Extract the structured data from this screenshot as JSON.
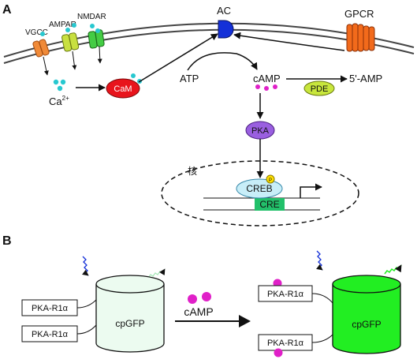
{
  "panel_a": {
    "letter": "A",
    "channels": {
      "vgcc": "VGCC",
      "ampar": "AMPAR",
      "nmdar": "NMDAR"
    },
    "ca": {
      "base": "Ca",
      "sup": "2+"
    },
    "cam": "CaM",
    "ac": "AC",
    "gpcr": "GPCR",
    "atp": "ATP",
    "camp": "cAMP",
    "pde": "PDE",
    "amp5": "5'-AMP",
    "pka": "PKA",
    "nucleus": "核",
    "creb": "CREB",
    "phospho": "P",
    "cre": "CRE"
  },
  "panel_b": {
    "letter": "B",
    "left_sensor": {
      "label": "cpGFP",
      "linker_top": "PKA-R1α",
      "linker_bottom": "PKA-R1α"
    },
    "arrow_label": "cAMP",
    "right_sensor": {
      "label": "cpGFP",
      "linker_top": "PKA-R1α",
      "linker_bottom": "PKA-R1α"
    }
  },
  "colors": {
    "cam": "#e8141c",
    "ac": "#1430d8",
    "gpcr": "#f26a1b",
    "pde": "#c8e63c",
    "pka": "#9a5fe0",
    "creb": "#c8eef8",
    "cre": "#22c06a",
    "camp": "#e020c8",
    "ca": "#28c8d0",
    "cpgfp_dim": "#ecfbf0",
    "cpgfp_bright": "#22ee22",
    "vgcc": "#f08a38",
    "ampar": "#c8e040",
    "nmdar": "#44cc44"
  }
}
